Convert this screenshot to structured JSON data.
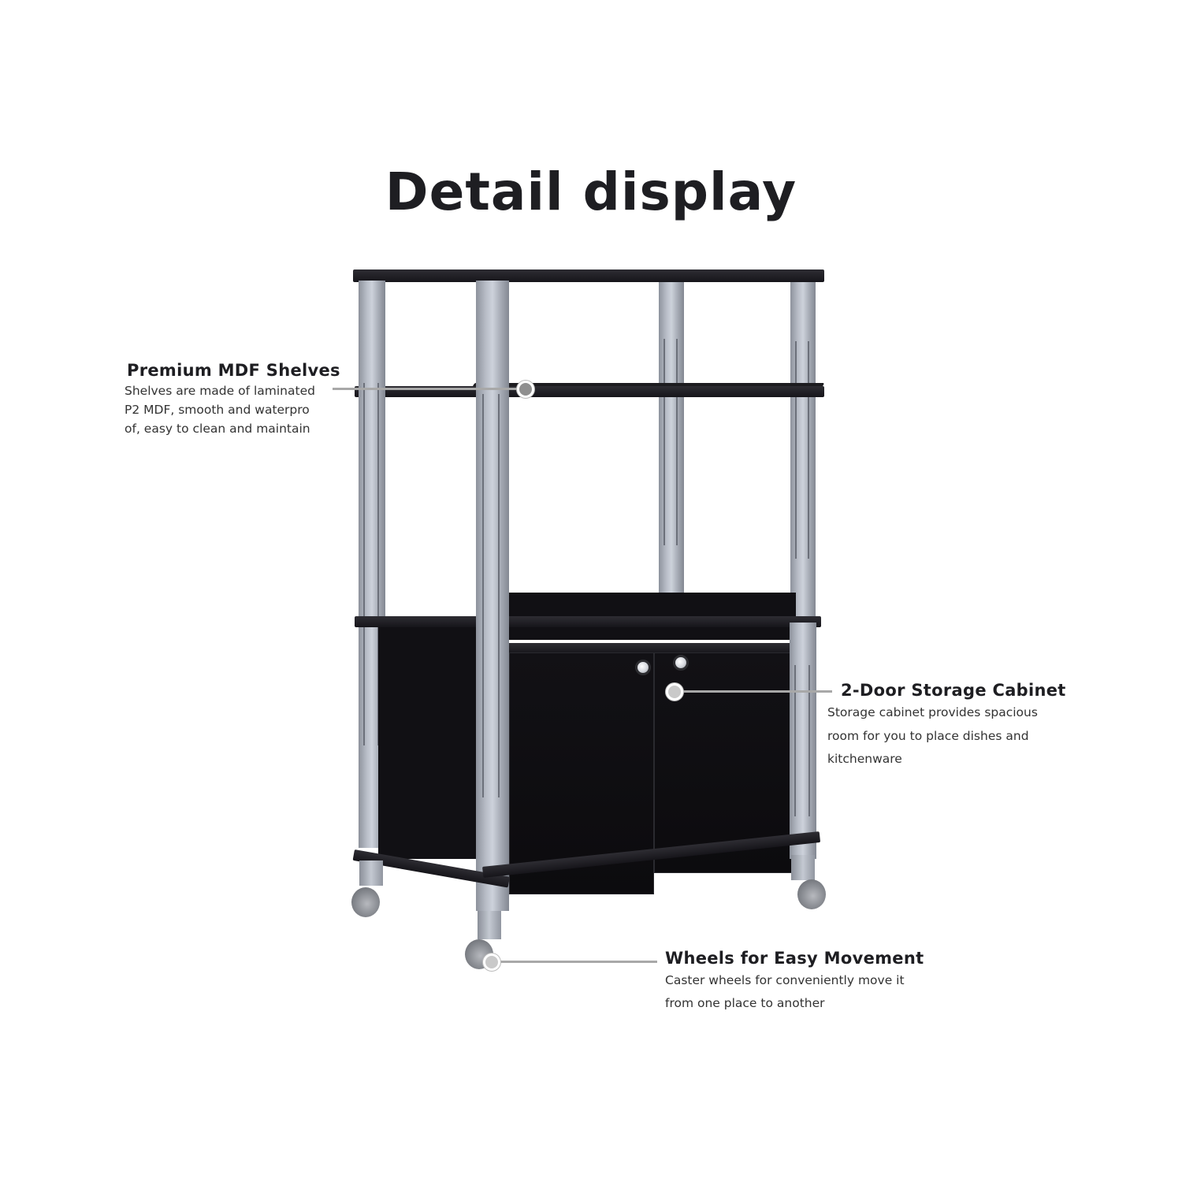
{
  "title": "Detail display",
  "callouts": {
    "shelves": {
      "heading": "Premium MDF Shelves",
      "lines": [
        "Shelves are made of laminated",
        "P2 MDF,  smooth and waterpro",
        "of, easy to clean and maintain"
      ]
    },
    "cabinet": {
      "heading": "2-Door Storage Cabinet",
      "lines": [
        "Storage cabinet provides spacious",
        "room for you to place dishes and",
        "kitchenware"
      ]
    },
    "wheels": {
      "heading": "Wheels for Easy Movement",
      "lines": [
        "Caster wheels for conveniently move it",
        "from one place to another"
      ]
    }
  },
  "product": {
    "name": "kitchen-cart",
    "colors": {
      "wood": "#1d1c20",
      "metal": "#b8bdc7",
      "callout_line": "#a8a8a8"
    }
  }
}
